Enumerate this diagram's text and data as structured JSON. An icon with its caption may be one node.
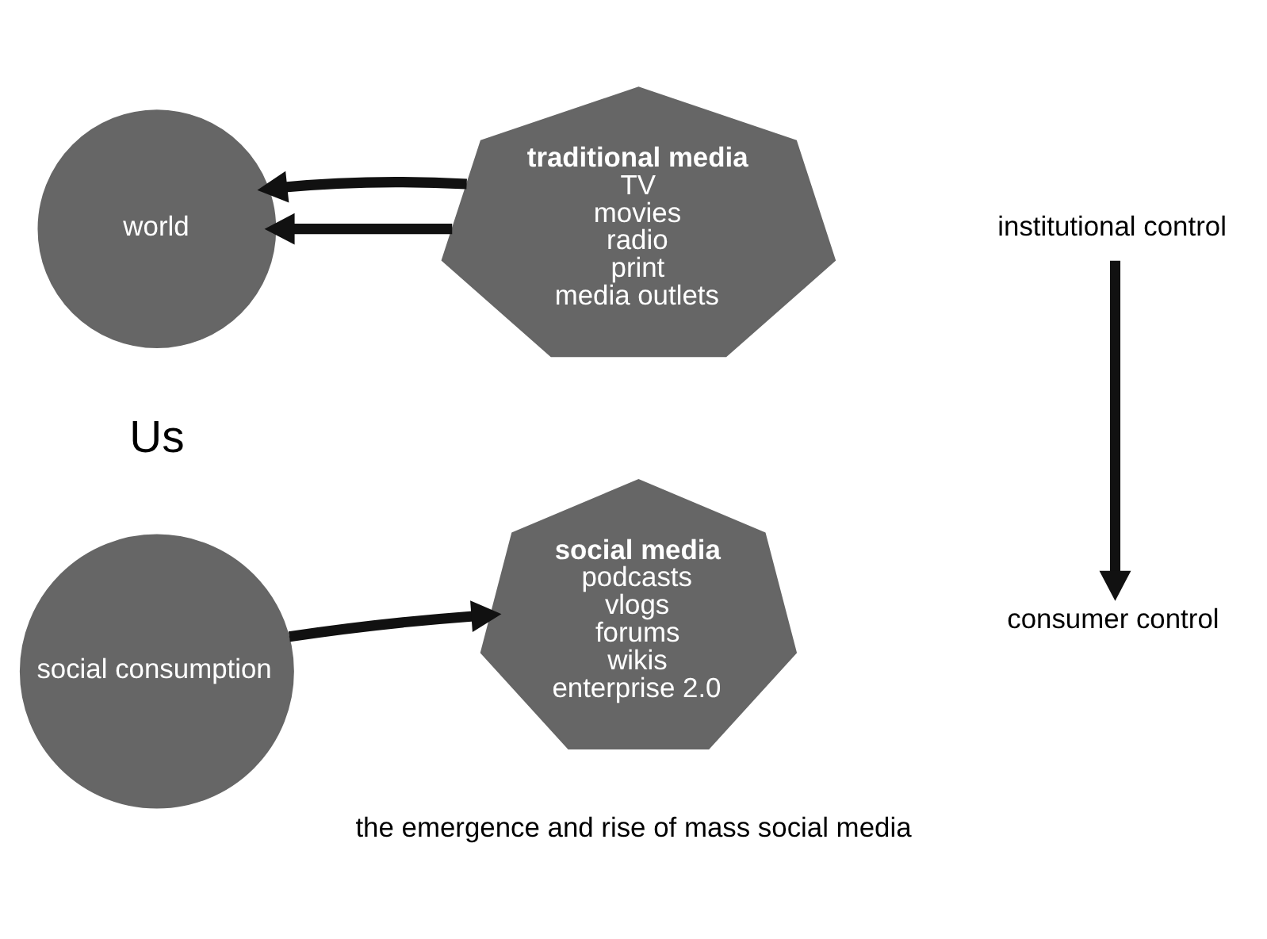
{
  "diagram": {
    "caption": "the emergence and rise of mass social media",
    "nodes": [
      {
        "text": [
          "world"
        ]
      },
      {
        "text": [
          "traditional media",
          "TV",
          "movies",
          "radio",
          "print",
          "media outlets"
        ]
      },
      {
        "text": [
          "social consumption"
        ]
      },
      {
        "text": [
          "social media",
          "podcasts",
          "vlogs",
          "forums",
          "wikis",
          "enterprise 2.0"
        ]
      },
      {
        "text": [
          "institutional control"
        ]
      },
      {
        "text": [
          "consumer control"
        ]
      }
    ],
    "edges": [
      {
        "from": 1,
        "to": 0,
        "arrow": "to"
      },
      {
        "from": 1,
        "to": 0,
        "arrow": "to"
      },
      {
        "from": 2,
        "to": 3,
        "arrow": "to"
      },
      {
        "from": 4,
        "to": 5,
        "arrow": "to"
      }
    ],
    "labels": [
      "Us"
    ]
  }
}
